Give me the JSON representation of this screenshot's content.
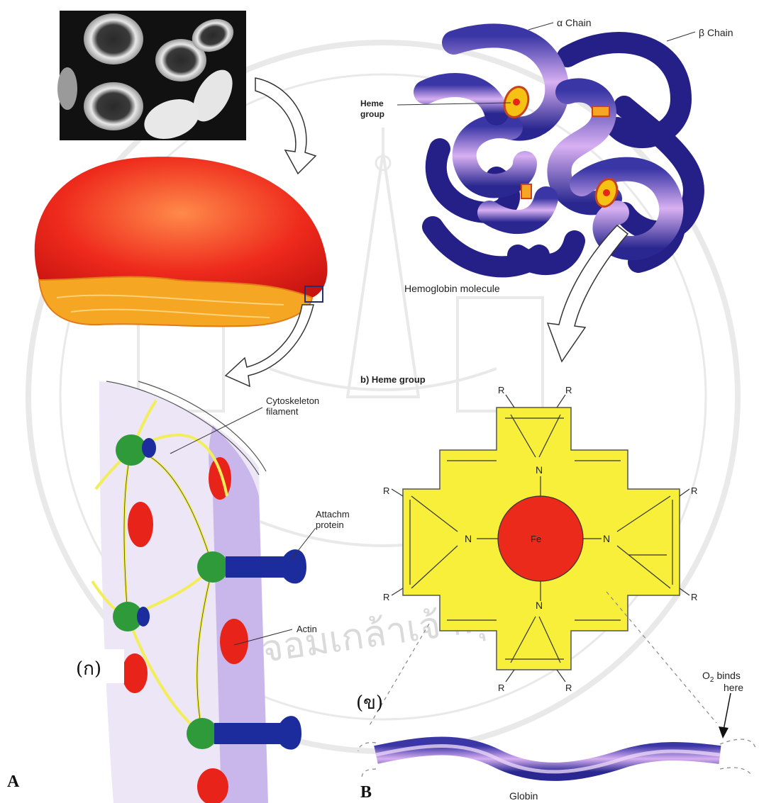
{
  "panel_a": {
    "letter": "A",
    "thai_label": "(ก)",
    "labels": {
      "cytoskeleton": "Cytoskeleton filament",
      "attachment": "Attachm protein",
      "actin": "Actin"
    }
  },
  "panel_b": {
    "letter": "B",
    "thai_label": "(ข)",
    "labels": {
      "alpha_chain": "α Chain",
      "beta_chain": "β Chain",
      "heme_group": "Heme group",
      "hemoglobin": "Hemoglobin molecule",
      "heme_heading": "b) Heme group",
      "iron": "Fe",
      "nitrogen": "N",
      "r_group": "R",
      "o2": "O",
      "o2_sub": "2",
      "o2_text": "binds",
      "here": "here",
      "globin": "Globin"
    }
  },
  "watermark_text": "จอมเกล้าเจ้าคุณทหาร",
  "colors": {
    "rbc_red": "#e8241a",
    "rbc_inner": "#f5a623",
    "hemoglobin_purple": "#b45fd6",
    "hemoglobin_navy": "#2b2a8c",
    "heme_yellow": "#f7ef3a",
    "iron_red": "#ec2a1c",
    "membrane_lilac": "#d9ccef",
    "protein_green": "#2f9a3a",
    "protein_blue": "#1c2c9c",
    "filament_yellow": "#f2ee5a"
  }
}
